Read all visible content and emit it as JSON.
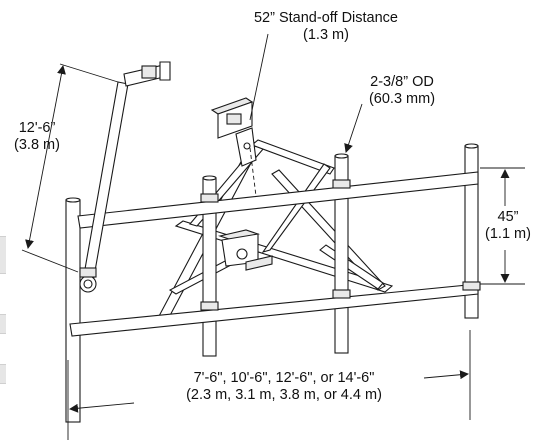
{
  "labels": {
    "standoff": {
      "line1": "52” Stand-off Distance",
      "line2": "(1.3 m)"
    },
    "od": {
      "line1": "2-3/8” OD",
      "line2": "(60.3 mm)"
    },
    "mast_height": {
      "line1": "12'-6”",
      "line2": "(3.8 m)"
    },
    "rail_spacing": {
      "line1": "45”",
      "line2": "(1.1 m)"
    },
    "pipe_length": {
      "line1": "7'-6\", 10'-6\", 12'-6\", or 14'-6\"",
      "line2": "(2.3 m, 3.1 m, 3.8 m, or 4.4 m)"
    }
  },
  "colors": {
    "line": "#1a1a1a",
    "fill": "#ffffff",
    "plate": "#e9e9e9"
  }
}
